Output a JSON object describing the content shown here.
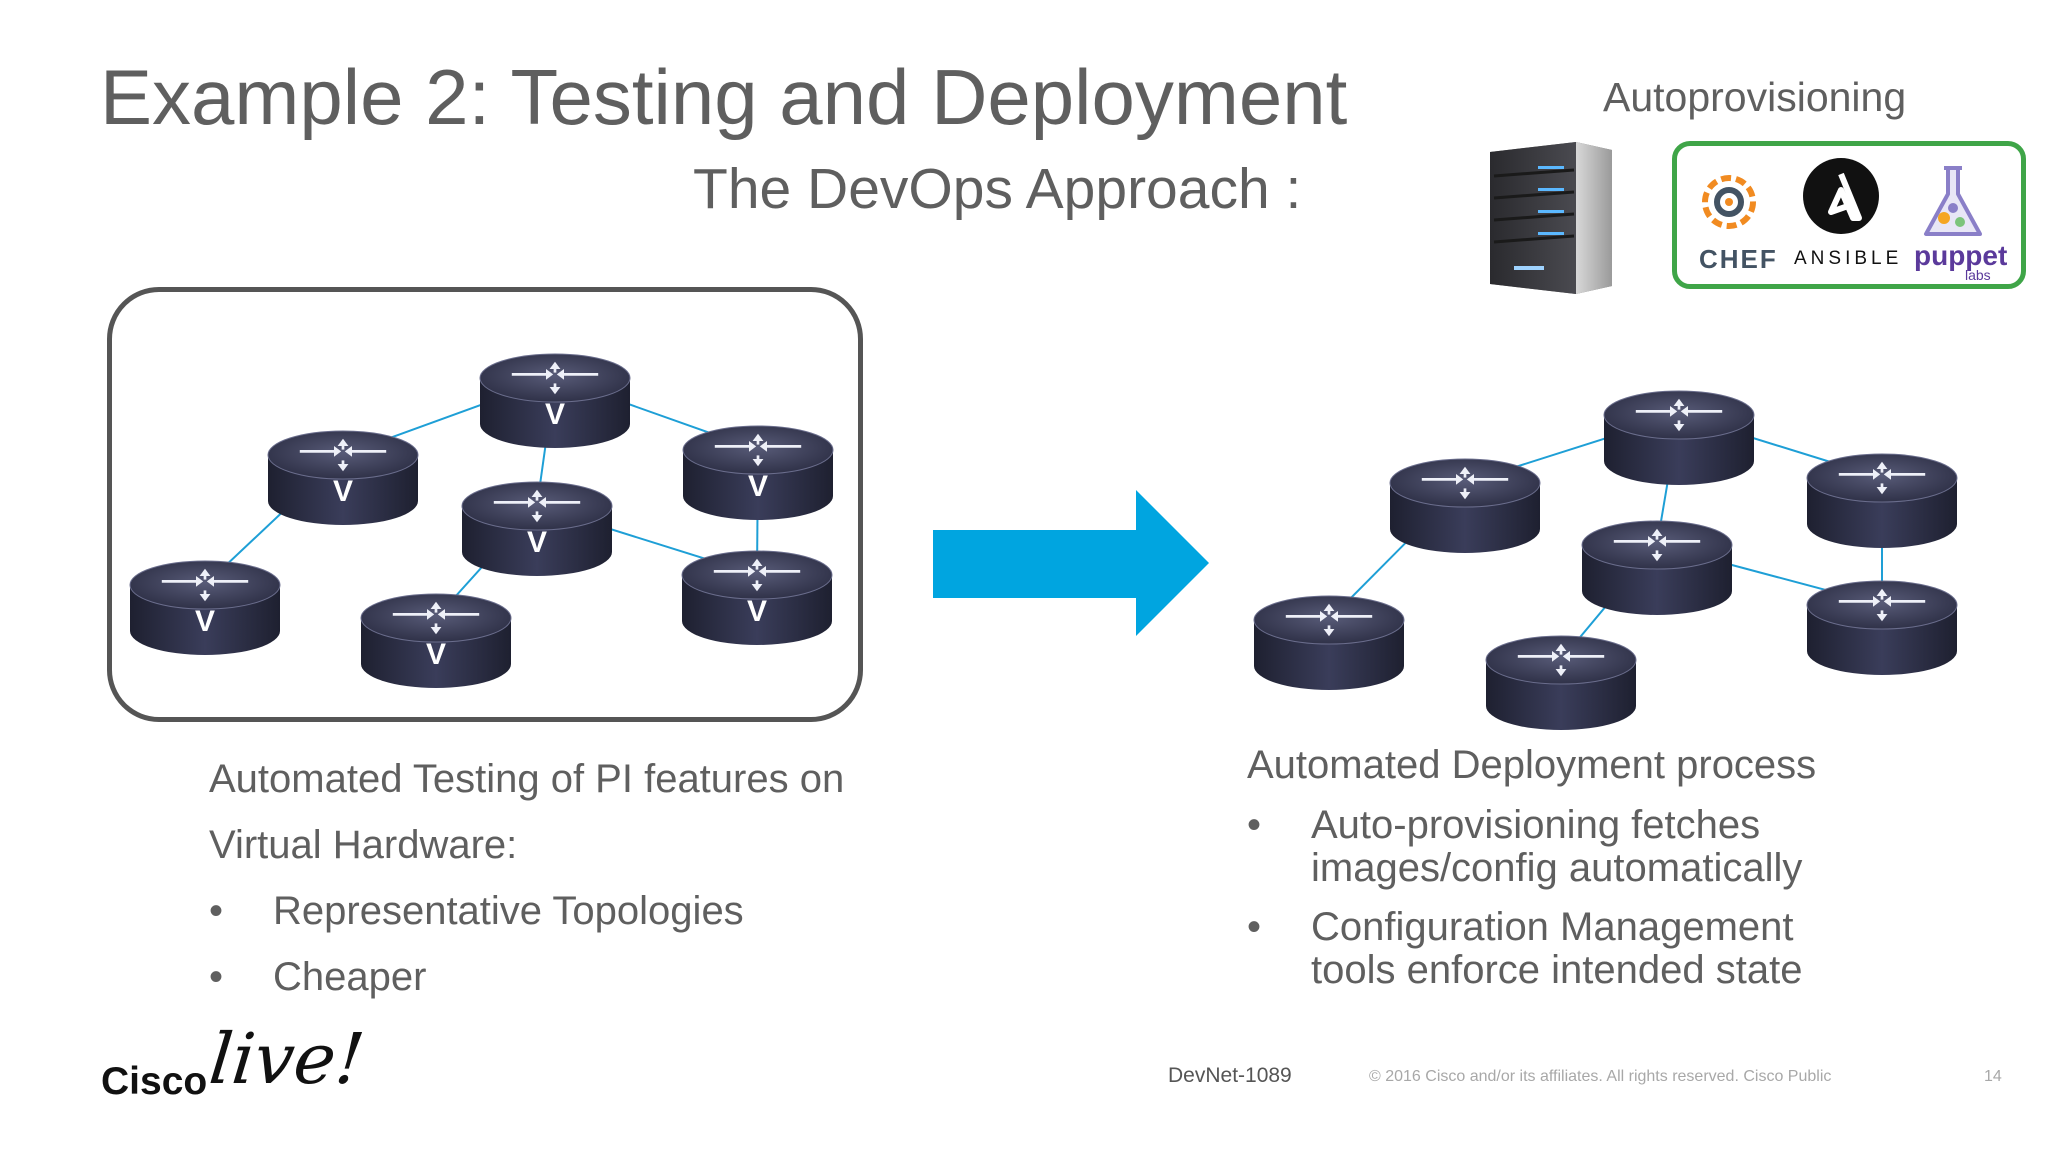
{
  "slide": {
    "title": "Example 2: Testing and Deployment",
    "subtitle": "The DevOps Approach :",
    "autoprovisioning_label": "Autoprovisioning",
    "tools": [
      "CHEF",
      "ANSIBLE",
      "puppet",
      "labs"
    ],
    "router_label": "V",
    "left_caption": {
      "line1": "Automated Testing of PI features on",
      "line2": "Virtual Hardware:",
      "bullets": [
        "Representative Topologies",
        "Cheaper"
      ]
    },
    "right_caption": {
      "heading": "Automated Deployment process",
      "bullets": [
        "Auto-provisioning fetches images/config automatically",
        "Configuration Management tools enforce intended state"
      ]
    },
    "bullet_symbol": "•",
    "footer": {
      "session_code": "DevNet-1089",
      "copyright": "© 2016  Cisco and/or its affiliates. All rights reserved.   Cisco Public",
      "page_number": "14"
    },
    "logo": {
      "cisco": "Cisco",
      "live": "live!"
    },
    "colors": {
      "title_text": "#5f5f5f",
      "arrow": "#00a5e0",
      "tools_border": "#3fa548",
      "link_line": "#1e9fd6",
      "router_body": "#2b2d44"
    },
    "icons": [
      "server-icon",
      "chef-logo-icon",
      "ansible-logo-icon",
      "puppet-logo-icon",
      "router-icon",
      "right-arrow-icon"
    ]
  }
}
